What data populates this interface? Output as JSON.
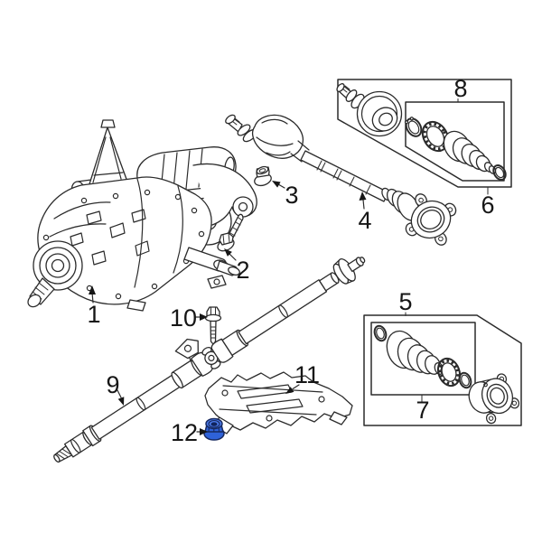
{
  "diagram": {
    "type": "exploded-parts-diagram",
    "subject": "Rear differential, axle shaft, propeller shaft and related hardware",
    "background_color": "#ffffff",
    "line_color": "#2b2b2b",
    "highlight_fill": "#2f62d8",
    "highlight_outline": "#17295f",
    "callouts": [
      {
        "label": "1",
        "part": "differential-assembly"
      },
      {
        "label": "2",
        "part": "mounting-bolt"
      },
      {
        "label": "3",
        "part": "flange-nut"
      },
      {
        "label": "4",
        "part": "axle-shaft"
      },
      {
        "label": "5",
        "part": "boot-kit-outer-box"
      },
      {
        "label": "6",
        "part": "joint-kit-outer-box"
      },
      {
        "label": "7",
        "part": "boot-kit-inner-box"
      },
      {
        "label": "8",
        "part": "joint-kit-inner-box"
      },
      {
        "label": "9",
        "part": "propeller-shaft"
      },
      {
        "label": "10",
        "part": "support-bolt"
      },
      {
        "label": "11",
        "part": "support-bracket"
      },
      {
        "label": "12",
        "part": "flange-nut-highlighted",
        "highlighted": true
      }
    ]
  }
}
